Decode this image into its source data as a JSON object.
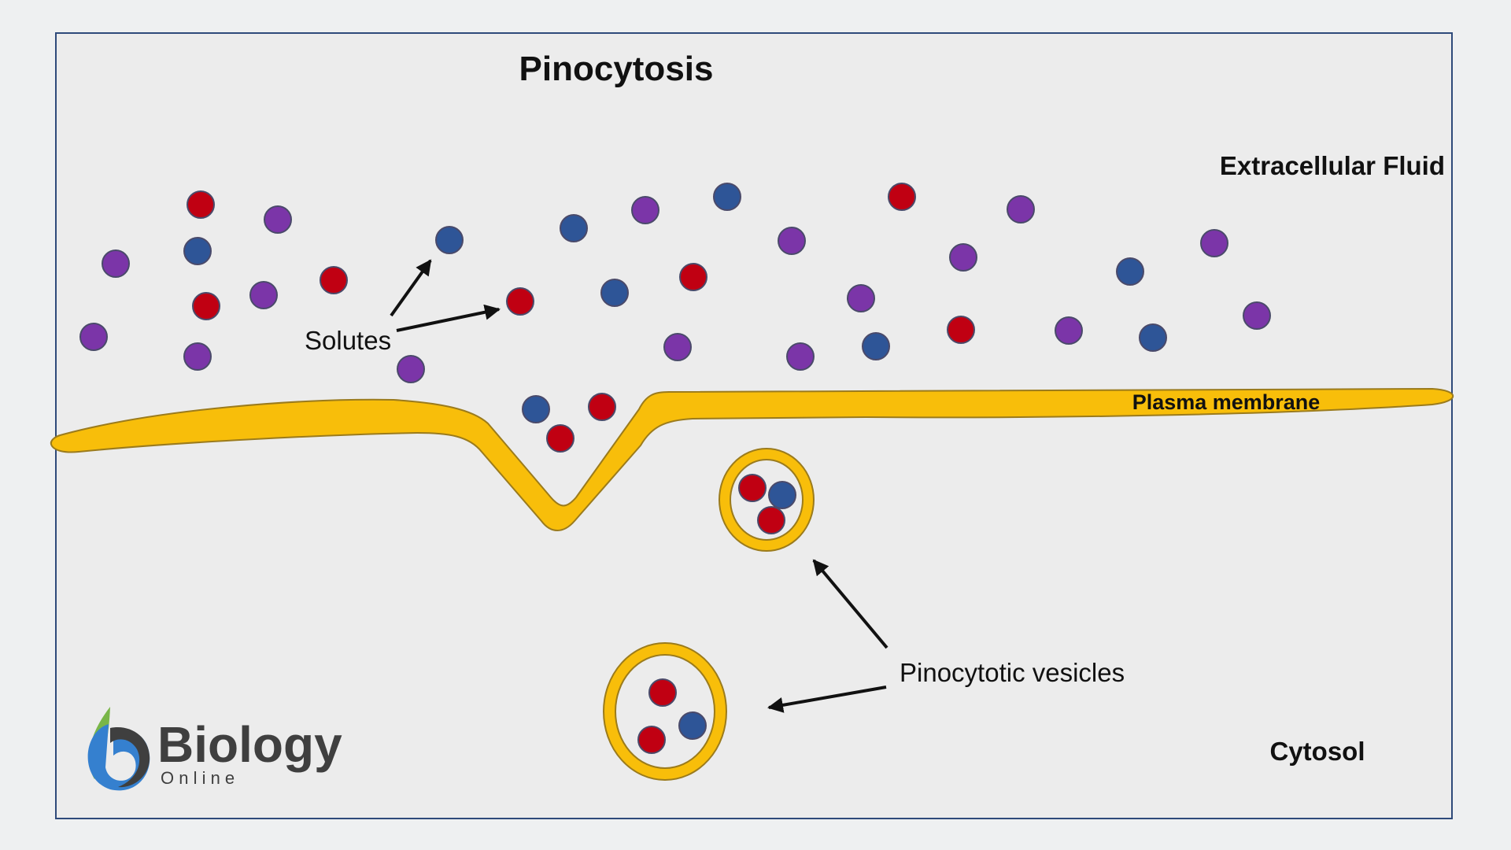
{
  "diagram": {
    "title": "Pinocytosis",
    "labels": {
      "extracellular": "Extracellular Fluid",
      "solutes": "Solutes",
      "membrane": "Plasma membrane",
      "vesicles": "Pinocytotic vesicles",
      "cytosol": "Cytosol"
    },
    "logo": {
      "name": "Biology",
      "tagline": "O n l i n e"
    }
  },
  "colors": {
    "background": "#eef0f1",
    "panel": "#ececec",
    "panel_border": "#2e4a7a",
    "membrane": "#f8be0a",
    "membrane_outline": "#9b7b1c",
    "solute_red": "#c00012",
    "solute_blue": "#2e5597",
    "solute_purple": "#7b35a8",
    "solute_outline": "#4a4a6a",
    "arrow": "#111111",
    "text": "#111111",
    "logo_text": "#3f3f3f",
    "logo_green": "#79b648",
    "logo_blue": "#3580cf"
  }
}
